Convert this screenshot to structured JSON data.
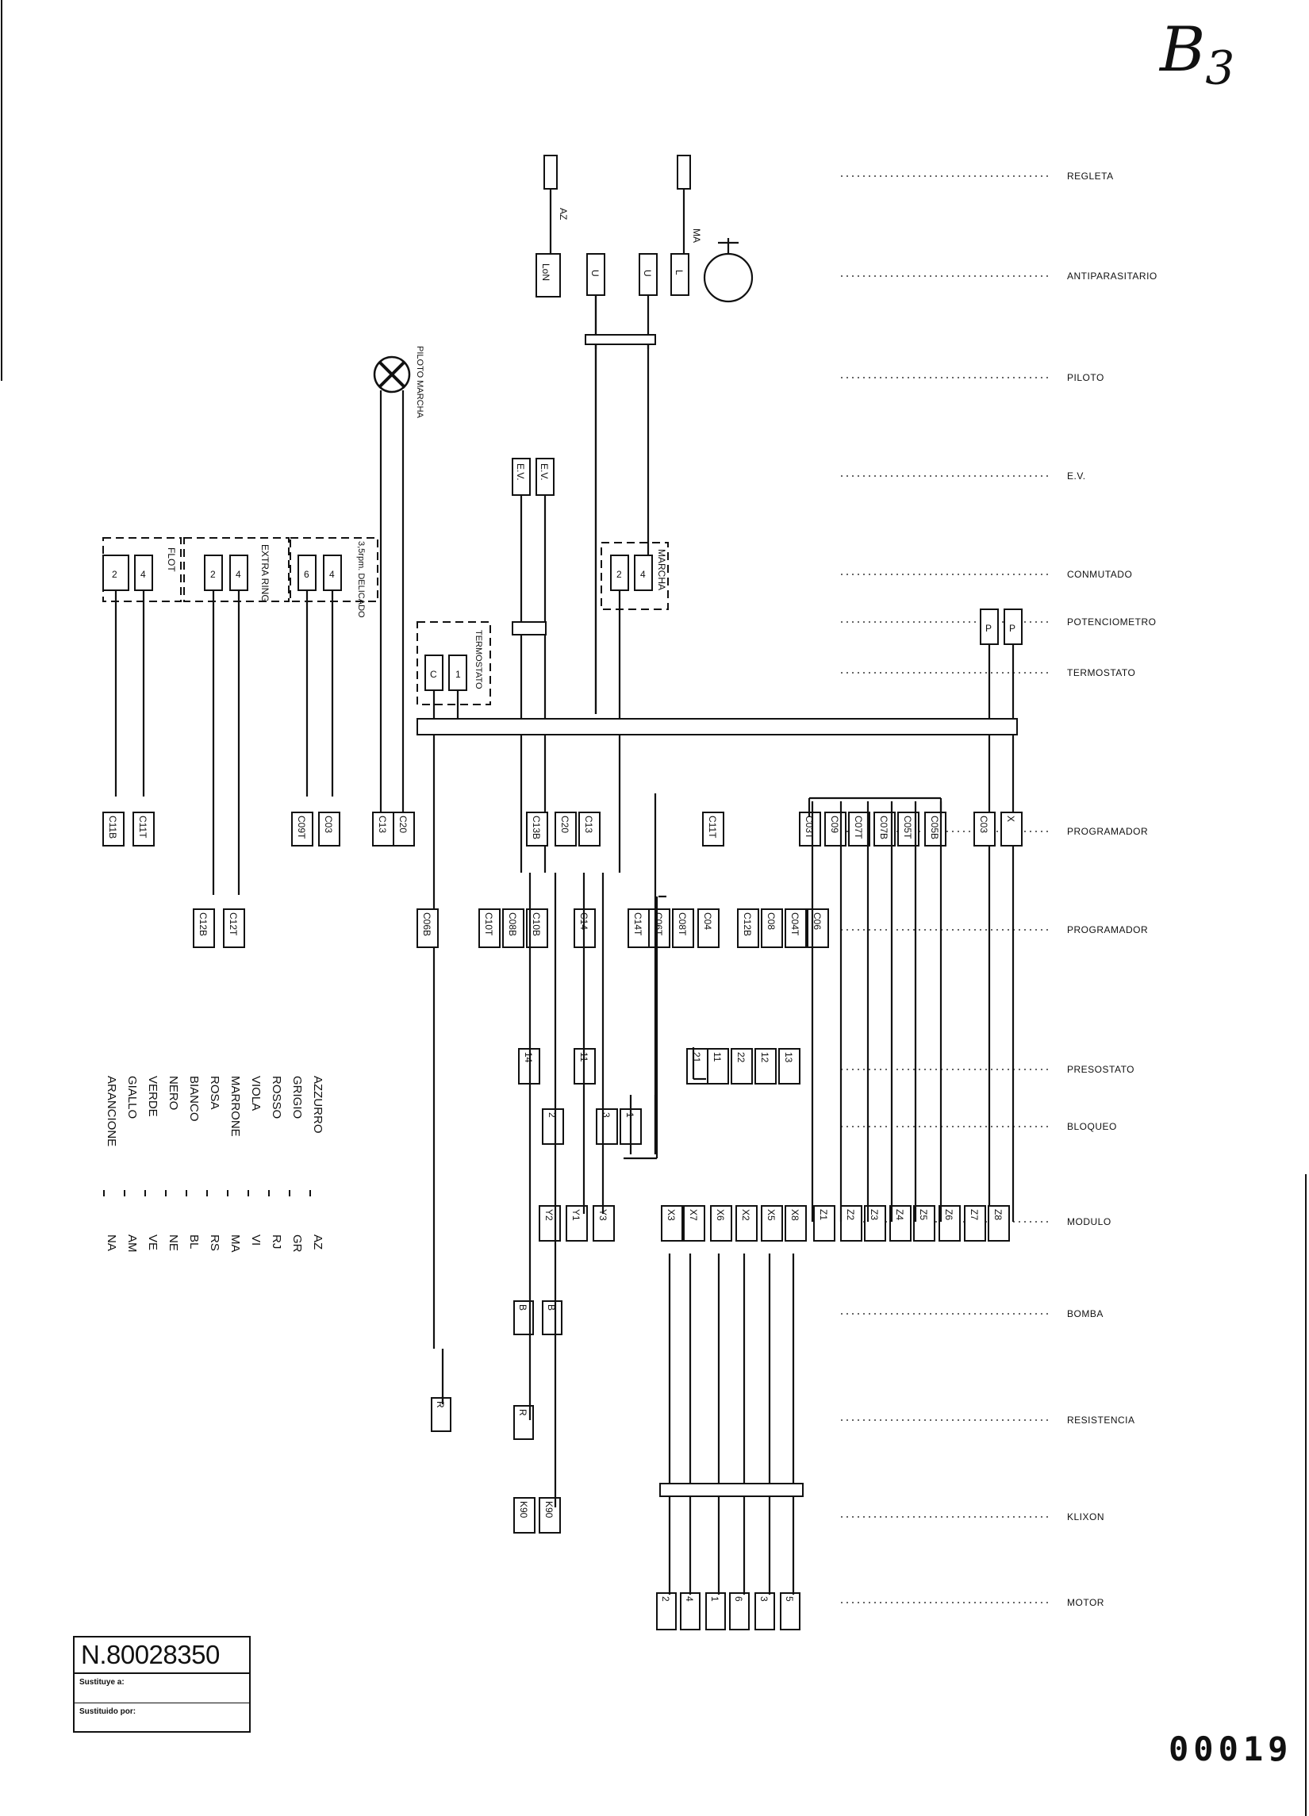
{
  "sheet_mark": {
    "letter": "B",
    "index": "3"
  },
  "document": {
    "number": "N.80028350",
    "substitutes_label": "Sustituye a:",
    "substituted_by_label": "Sustituido por:"
  },
  "page_number": "00019",
  "rows": [
    {
      "id": "regleta",
      "label": "REGLETA"
    },
    {
      "id": "antiparasitario",
      "label": "ANTIPARASITARIO"
    },
    {
      "id": "piloto",
      "label": "PILOTO"
    },
    {
      "id": "ev",
      "label": "E.V."
    },
    {
      "id": "conmutado",
      "label": "CONMUTADO"
    },
    {
      "id": "potenciometro",
      "label": "POTENCIOMETRO"
    },
    {
      "id": "termostato",
      "label": "TERMOSTATO"
    },
    {
      "id": "programador1",
      "label": "PROGRAMADOR"
    },
    {
      "id": "programador2",
      "label": "PROGRAMADOR"
    },
    {
      "id": "presostato",
      "label": "PRESOSTATO"
    },
    {
      "id": "bloqueo",
      "label": "BLOQUEO"
    },
    {
      "id": "modulo",
      "label": "MODULO"
    },
    {
      "id": "bomba",
      "label": "BOMBA"
    },
    {
      "id": "resistencia",
      "label": "RESISTENCIA"
    },
    {
      "id": "klixon",
      "label": "KLIXON"
    },
    {
      "id": "motor",
      "label": "MOTOR"
    }
  ],
  "legend": [
    {
      "name": "AZZURRO",
      "code": "AZ"
    },
    {
      "name": "GRIGIO",
      "code": "GR"
    },
    {
      "name": "ROSSO",
      "code": "RJ"
    },
    {
      "name": "VIOLA",
      "code": "VI"
    },
    {
      "name": "MARRONE",
      "code": "MA"
    },
    {
      "name": "ROSA",
      "code": "RS"
    },
    {
      "name": "BIANCO",
      "code": "BL"
    },
    {
      "name": "NERO",
      "code": "NE"
    },
    {
      "name": "VERDE",
      "code": "VE"
    },
    {
      "name": "GIALLO",
      "code": "AM"
    },
    {
      "name": "ARANCIONE",
      "code": "NA"
    }
  ],
  "group_labels": {
    "flot": "FLOT",
    "extra_ring": "EXTRA RING",
    "delicado": "3,5rpm. DELICADO",
    "marcha": "MARCHA",
    "termostato": "TERMOSTATO",
    "piloto": "PILOTO MARCHA",
    "ev": "E.V."
  },
  "top_boxes": {
    "regleta_az": "AZ",
    "regleta_ma": "MA",
    "lon": "LoN",
    "u": "U",
    "l": "L"
  },
  "terminals": {
    "programador_row": [
      "C11B",
      "C11T",
      "C09T",
      "C03",
      "C13",
      "C20",
      "C13B",
      "C20",
      "C13",
      "C11T",
      "C03T",
      "C09",
      "C07T",
      "C07B",
      "C05T",
      "C05B",
      "C03",
      "X"
    ],
    "programador2_row": [
      "C12B",
      "C12T",
      "C06B",
      "C10T",
      "C08B",
      "C10B",
      "C14",
      "C14T",
      "C06T",
      "C08T",
      "C04",
      "C12B",
      "C08",
      "C04T",
      "C06"
    ],
    "presostato_row": [
      "14",
      "11",
      "21",
      "11",
      "22",
      "12",
      "13"
    ],
    "bloqueo_row": [
      "2",
      "3",
      "1"
    ],
    "modulo_left": [
      "Y2",
      "Y1",
      "Y3"
    ],
    "modulo_x": [
      "X3",
      "X7",
      "X6",
      "X2",
      "X5",
      "X8"
    ],
    "modulo_z": [
      "Z1",
      "Z2",
      "Z3",
      "Z4",
      "Z5",
      "Z6",
      "Z7",
      "Z8"
    ],
    "bomba": [
      "B",
      "B"
    ],
    "resistencia": [
      "R",
      "R"
    ],
    "klixon": [
      "K90",
      "K90"
    ],
    "motor": [
      "2",
      "4",
      "1",
      "6",
      "3",
      "5"
    ]
  }
}
